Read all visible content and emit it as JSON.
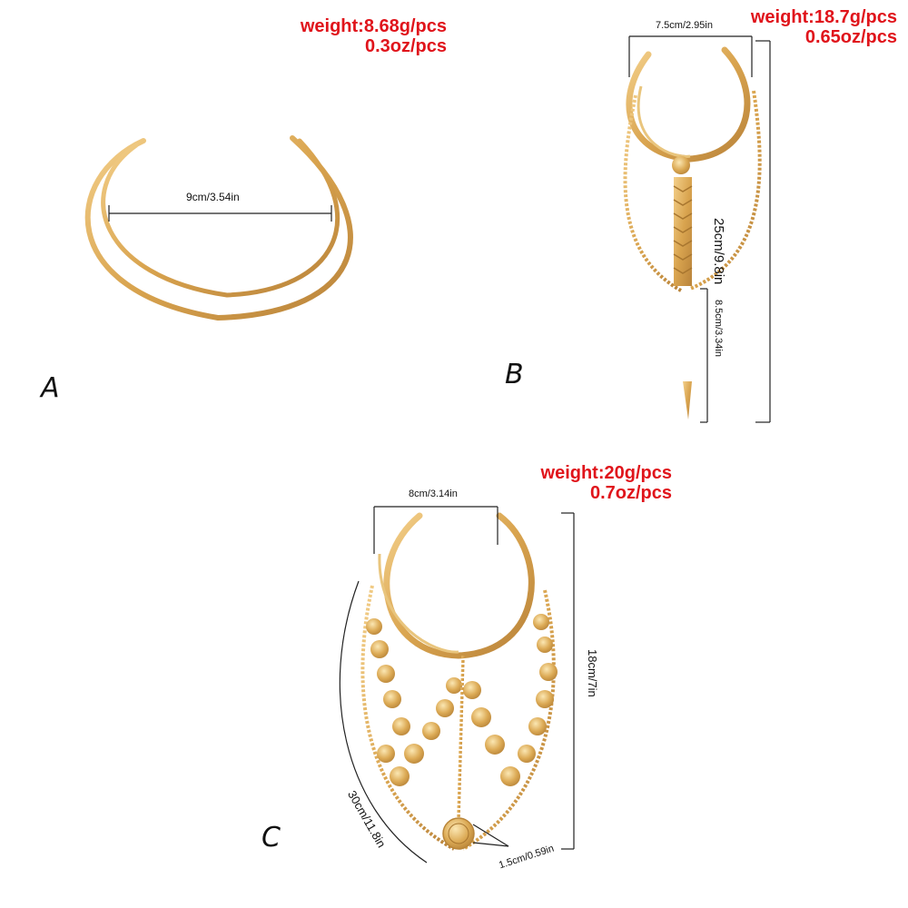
{
  "product_a": {
    "label": "A",
    "weight_line1": "weight:8.68g/pcs",
    "weight_line2": "0.3oz/pcs",
    "width_dim": "9cm/3.54in"
  },
  "product_b": {
    "label": "B",
    "weight_line1": "weight:18.7g/pcs",
    "weight_line2": "0.65oz/pcs",
    "width_dim": "7.5cm/2.95in",
    "length_dim": "25cm/9.8in",
    "tassel_dim": "8.5cm/3.34in"
  },
  "product_c": {
    "label": "C",
    "weight_line1": "weight:20g/pcs",
    "weight_line2": "0.7oz/pcs",
    "width_dim": "8cm/3.14in",
    "height_dim": "18cm/7in",
    "chain_dim": "30cm/11.8in",
    "coin_dim": "1.5cm/0.59in"
  },
  "colors": {
    "weight_text": "#e0141b",
    "gold": "#d9a44f"
  }
}
